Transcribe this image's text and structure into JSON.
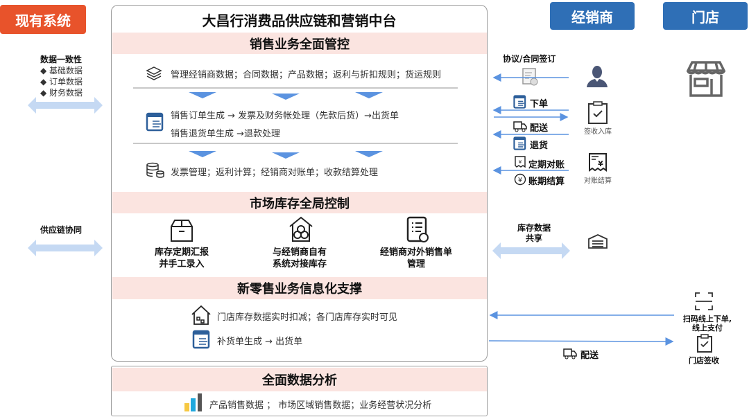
{
  "badges": {
    "existing": "现有系统",
    "dealer": "经销商",
    "store": "门店"
  },
  "title": "大昌行消费品供应链和营销中台",
  "sections": {
    "sales": {
      "title": "销售业务全面管控",
      "line1": "管理经销商数据；合同数据；产品数据；返利与折扣规则；货运规则",
      "line2": "销售订单生成 → 发票及财务帐处理（先款后货）→出货单",
      "line3": "销售退货单生成 →退款处理",
      "line4": "发票管理；返利计算；经销商对账单；收款结算处理"
    },
    "inventory": {
      "title": "市场库存全局控制",
      "items": [
        {
          "l1": "库存定期汇报",
          "l2": "并手工录入"
        },
        {
          "l1": "与经销商自有",
          "l2": "系统对接库存"
        },
        {
          "l1": "经销商对外销售单",
          "l2": "管理"
        }
      ]
    },
    "retail": {
      "title": "新零售业务信息化支撑",
      "line1": "门店库存数据实时扣减；各门店库存实时可见",
      "line2": "补货单生成 → 出货单"
    },
    "analytics": {
      "title": "全面数据分析",
      "line1": "产品销售数据 ； 市场区域销售数据；业务经营状况分析"
    }
  },
  "left": {
    "consistency": {
      "title": "数据一致性",
      "items": [
        "◆ 基础数据",
        "◆ 订单数据",
        "◆ 财务数据"
      ]
    },
    "supply": "供应链协同"
  },
  "right": {
    "contract": "协议/合同签订",
    "order": "下单",
    "delivery": "配送",
    "return": "退货",
    "reconcile": "定期对账",
    "settle": "账期结算",
    "receive": "签收入库",
    "settlement": "对账结算",
    "stock_share_1": "库存数据",
    "stock_share_2": "共享",
    "scan_1": "扫码线上下单,",
    "scan_2": "线上支付",
    "store_delivery": "配送",
    "store_receive": "门店签收"
  },
  "colors": {
    "red": "#e8532b",
    "blue": "#2f6fb6",
    "pink": "#fbe4e0",
    "arrow": "#5b93e0",
    "light_arrow": "#c5d9f3"
  }
}
